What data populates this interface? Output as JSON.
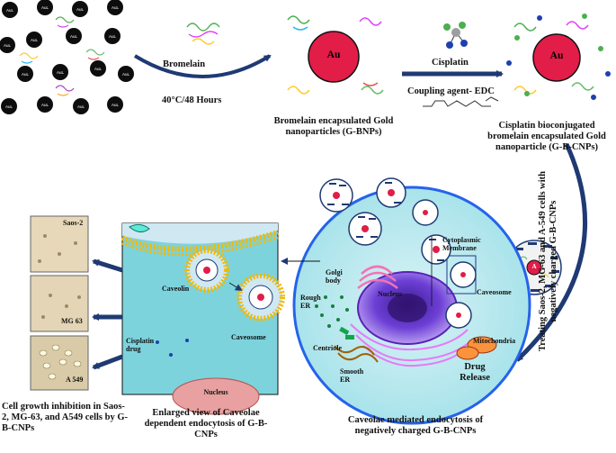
{
  "top": {
    "np_label": "AuL",
    "step1_top": "Bromelain",
    "step1_bottom": "40°C/48 Hours",
    "gbnp_core": "Au",
    "gbnp_caption": "Bromelain encapsulated Gold nanoparticles (G-BNPs)",
    "step2_top": "Cisplatin",
    "step2_bottom": "Coupling agent- EDC",
    "gbcnp_core": "Au",
    "gbcnp_caption": "Cisplatin bioconjugated bromelain encapsulated Gold nanoparticle (G-B-CNPs)"
  },
  "side": {
    "treating": "Treating Saos-2, MG-63 and A-549 cells with negatively charged G-B-CNPs",
    "particle_core": "A"
  },
  "cell": {
    "cytoplasmic_membrane": "Cytoplasmic Membrane",
    "golgi": "Golgi body",
    "rough_er": "Rough ER",
    "nucleus": "Nucleus",
    "caveosome": "Caveosome",
    "mitochondria": "Mitochondria",
    "centriole": "Centriole",
    "smooth_er": "Smooth ER",
    "drug_release": "Drug Release",
    "caption": "Caveolae mediated endocytosis of negatively charged G-B-CNPs"
  },
  "enlarged": {
    "caveolin": "Caveolin",
    "caveosome": "Caveosome",
    "cisplatin_drug": "Cisplatin drug",
    "nucleus": "Nucleus",
    "caption": "Enlarged view of Caveolae dependent endocytosis of G-B-CNPs"
  },
  "micrographs": {
    "panels": [
      "Saos-2",
      "MG 63",
      "A 549"
    ],
    "caption": "Cell growth inhibition in Saos-2, MG-63, and A549 cells by G-B-CNPs"
  },
  "colors": {
    "np_black": "#0d0d0d",
    "au_red": "#e11d48",
    "arrow_blue": "#1f3a73",
    "cyto_teal": "#7dd3dc",
    "nucleus_purple": "#7c3aed",
    "caveolin_yellow": "#f5b800"
  }
}
